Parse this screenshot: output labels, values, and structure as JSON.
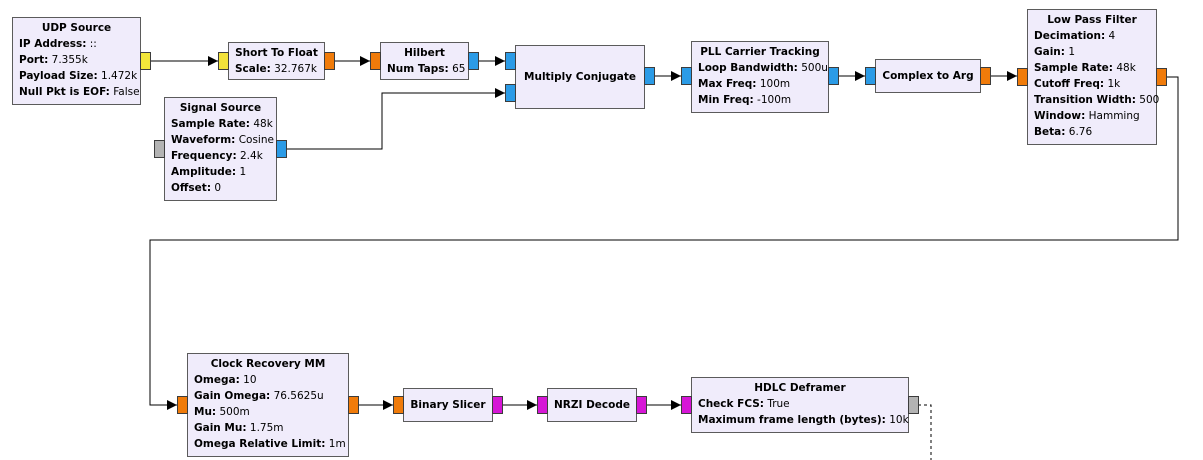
{
  "colors": {
    "byte": "#f3e73a",
    "short": "#f2e23a",
    "float": "#f07b0a",
    "complex": "#2b9be6",
    "bit": "#d616d6",
    "message": "#b3b3b3",
    "block_fill": "#f0ecfb"
  },
  "blocks": {
    "udp_source": {
      "title": "UDP Source",
      "params": [
        {
          "k": "IP Address:",
          "v": "::"
        },
        {
          "k": "Port:",
          "v": "7.355k"
        },
        {
          "k": "Payload Size:",
          "v": "1.472k"
        },
        {
          "k": "Null Pkt is EOF:",
          "v": "False"
        }
      ]
    },
    "short_to_float": {
      "title": "Short To Float",
      "params": [
        {
          "k": "Scale:",
          "v": "32.767k"
        }
      ]
    },
    "hilbert": {
      "title": "Hilbert",
      "params": [
        {
          "k": "Num Taps:",
          "v": "65"
        }
      ]
    },
    "multiply_conjugate": {
      "title": "Multiply Conjugate"
    },
    "pll": {
      "title": "PLL Carrier Tracking",
      "params": [
        {
          "k": "Loop Bandwidth:",
          "v": "500u"
        },
        {
          "k": "Max Freq:",
          "v": "100m"
        },
        {
          "k": "Min Freq:",
          "v": "-100m"
        }
      ]
    },
    "complex_to_arg": {
      "title": "Complex to Arg"
    },
    "low_pass": {
      "title": "Low Pass Filter",
      "params": [
        {
          "k": "Decimation:",
          "v": "4"
        },
        {
          "k": "Gain:",
          "v": "1"
        },
        {
          "k": "Sample Rate:",
          "v": "48k"
        },
        {
          "k": "Cutoff Freq:",
          "v": "1k"
        },
        {
          "k": "Transition Width:",
          "v": "500"
        },
        {
          "k": "Window:",
          "v": "Hamming"
        },
        {
          "k": "Beta:",
          "v": "6.76"
        }
      ]
    },
    "signal_source": {
      "title": "Signal Source",
      "params": [
        {
          "k": "Sample Rate:",
          "v": "48k"
        },
        {
          "k": "Waveform:",
          "v": "Cosine"
        },
        {
          "k": "Frequency:",
          "v": "2.4k"
        },
        {
          "k": "Amplitude:",
          "v": "1"
        },
        {
          "k": "Offset:",
          "v": "0"
        }
      ]
    },
    "clock_recovery": {
      "title": "Clock Recovery MM",
      "params": [
        {
          "k": "Omega:",
          "v": "10"
        },
        {
          "k": "Gain Omega:",
          "v": "76.5625u"
        },
        {
          "k": "Mu:",
          "v": "500m"
        },
        {
          "k": "Gain Mu:",
          "v": "1.75m"
        },
        {
          "k": "Omega Relative Limit:",
          "v": "1m"
        }
      ]
    },
    "binary_slicer": {
      "title": "Binary Slicer"
    },
    "nrzi_decode": {
      "title": "NRZI Decode"
    },
    "hdlc_deframer": {
      "title": "HDLC Deframer",
      "params": [
        {
          "k": "Check FCS:",
          "v": "True"
        },
        {
          "k": "Maximum frame length (bytes):",
          "v": "10k"
        }
      ]
    }
  }
}
